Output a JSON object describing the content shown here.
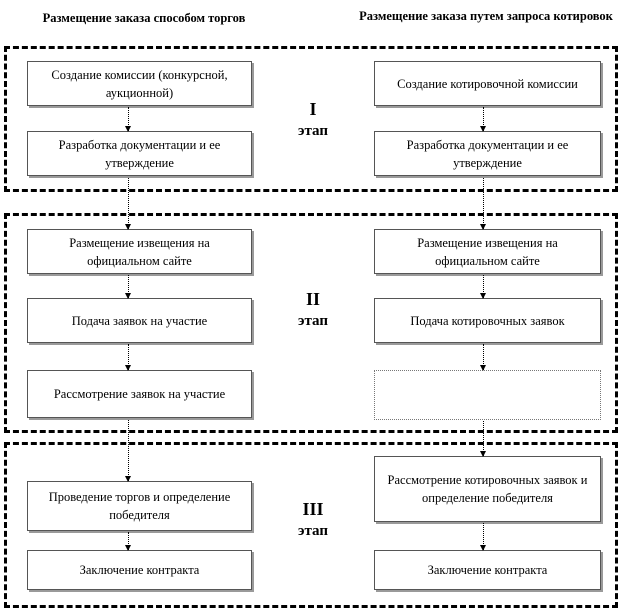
{
  "headers": {
    "left": "Размещение заказа способом торгов",
    "right": "Размещение заказа путем запроса котировок"
  },
  "stages": [
    {
      "num": "I",
      "word": "этап"
    },
    {
      "num": "II",
      "word": "этап"
    },
    {
      "num": "III",
      "word": "этап"
    }
  ],
  "left_steps": [
    "Создание комиссии (конкурсной, аукционной)",
    "Разработка документации и ее утверждение",
    "Размещение извещения на официальном сайте",
    "Подача заявок на участие",
    "Рассмотрение заявок на участие",
    "Проведение торгов и определение победителя",
    "Заключение контракта"
  ],
  "right_steps": [
    "Создание котировочной комиссии",
    "Разработка документации и ее утверждение",
    "Размещение извещения на официальном сайте",
    "Подача котировочных заявок",
    "",
    "Рассмотрение котировочных заявок и определение победителя",
    "Заключение контракта"
  ]
}
